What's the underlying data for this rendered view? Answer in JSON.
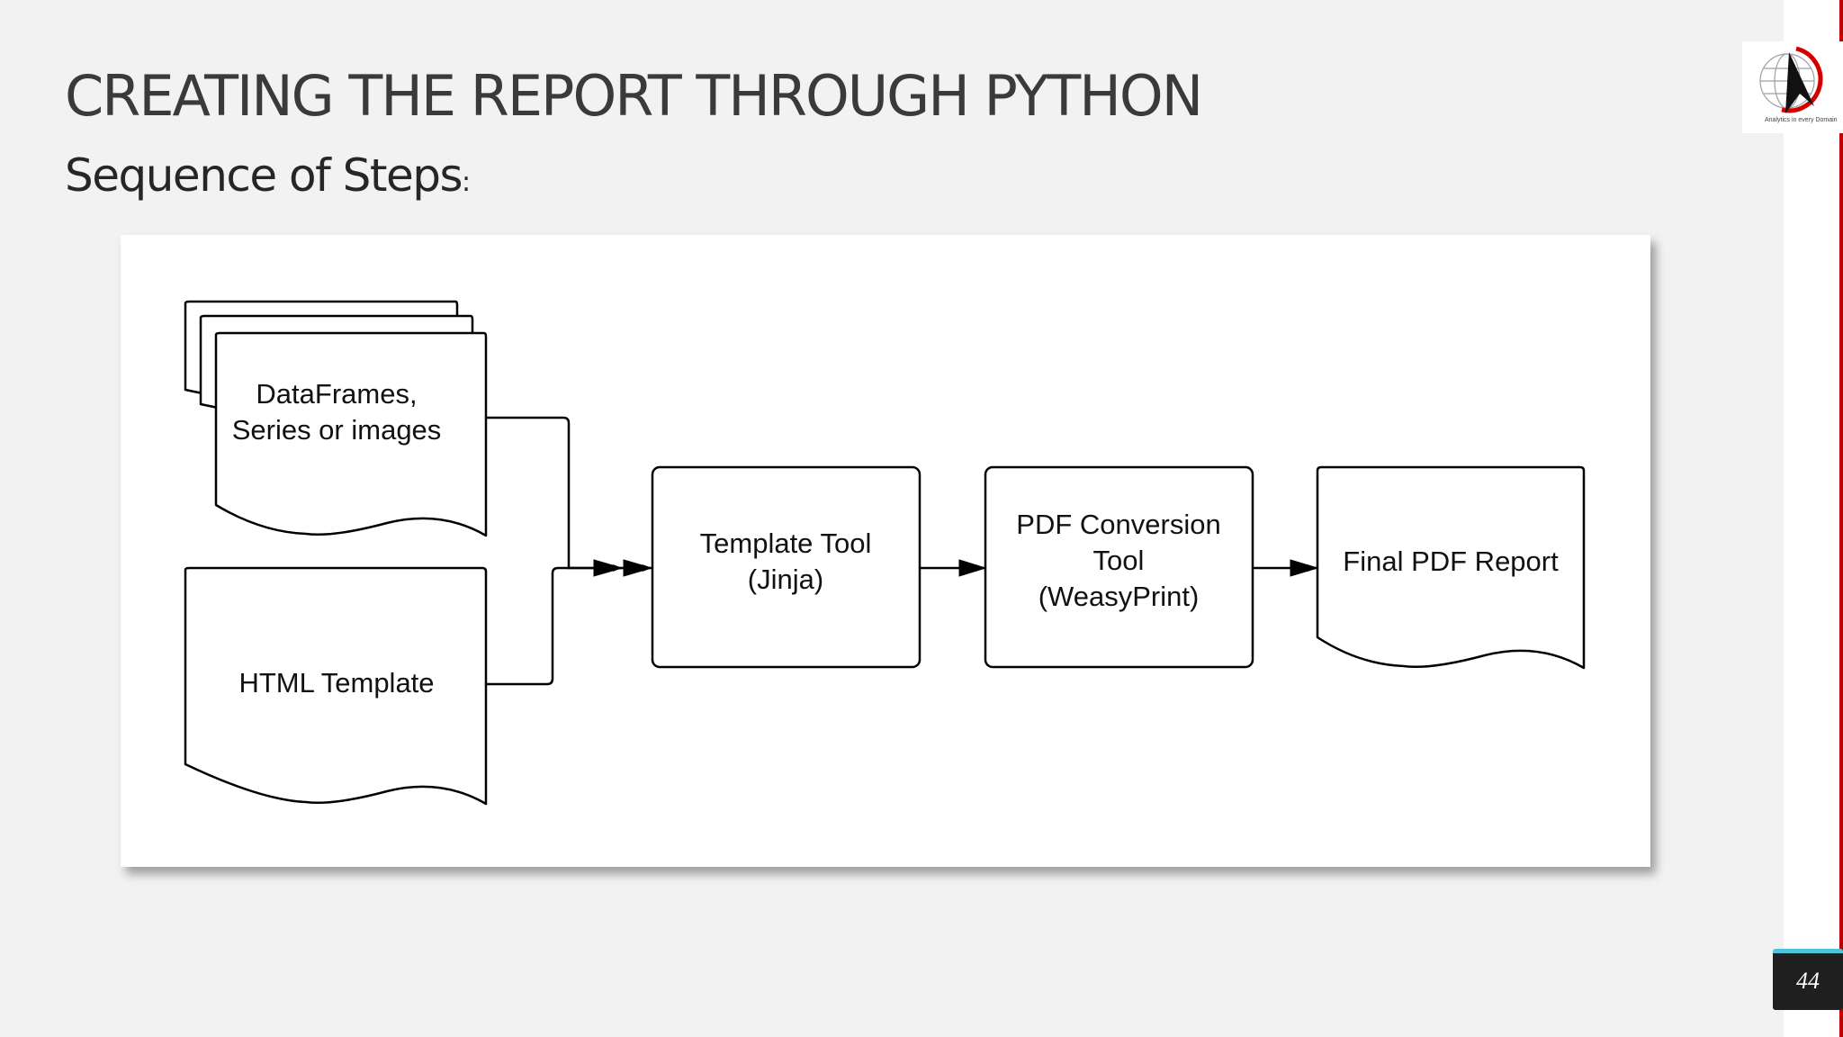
{
  "slide": {
    "title": "CREATING THE REPORT THROUGH PYTHON",
    "subtitle": "Sequence of Steps",
    "subtitle_suffix": ":",
    "page_number": "44"
  },
  "logo": {
    "icon": "compass-arrow-logo-icon",
    "caption": "Analytics in every Domain"
  },
  "diagram": {
    "nodes": {
      "inputs": {
        "line1": "DataFrames,",
        "line2": "Series or images"
      },
      "html_template": {
        "label": "HTML Template"
      },
      "template_tool": {
        "line1": "Template Tool",
        "line2": "(Jinja)"
      },
      "pdf_tool": {
        "line1": "PDF Conversion",
        "line2": "Tool",
        "line3": "(WeasyPrint)"
      },
      "final_report": {
        "label": "Final PDF Report"
      }
    }
  },
  "colors": {
    "background": "#f2f2f2",
    "accent_red": "#c00000",
    "page_badge": "#1f1f1f",
    "page_badge_accent": "#4fc3d9"
  }
}
